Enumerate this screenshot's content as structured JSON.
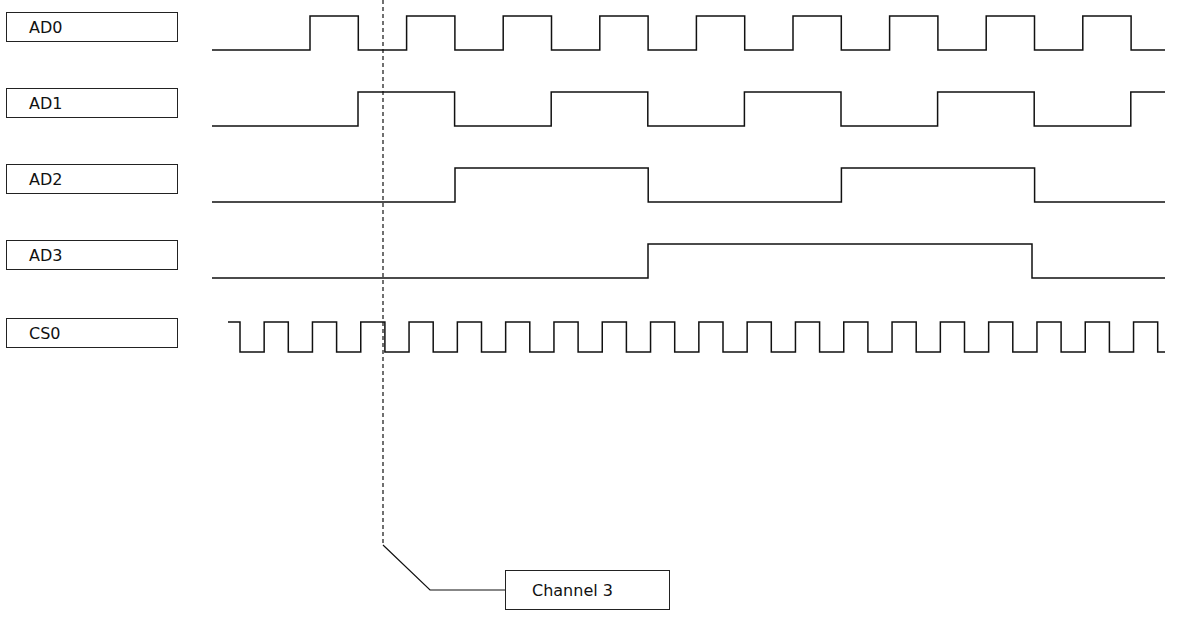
{
  "diagram": {
    "nodes": [
      {
        "text": [
          "AD0"
        ]
      },
      {
        "text": [
          "AD1"
        ]
      },
      {
        "text": [
          "AD2"
        ]
      },
      {
        "text": [
          "AD3"
        ]
      },
      {
        "text": [
          "CS0"
        ]
      },
      {
        "text": [
          "Channel 3"
        ]
      }
    ]
  }
}
